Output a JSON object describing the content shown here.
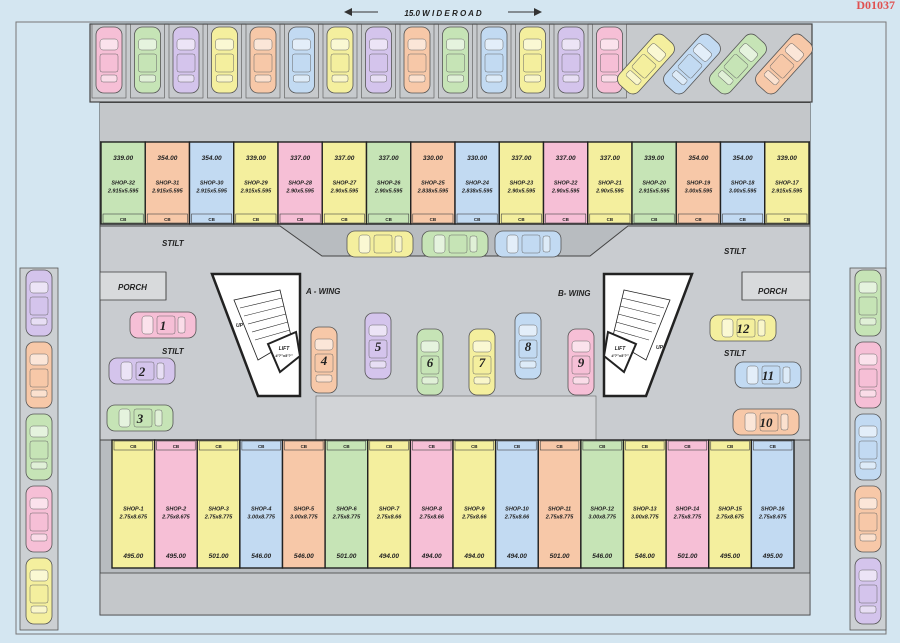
{
  "road": "15.0  W I D E  R O A D",
  "corner_text": "D01037",
  "colors": {
    "bg": "#d4e6f1",
    "paving": "#b8bcc0",
    "drive": "#c7cacd",
    "outline": "#222222",
    "palette": [
      "#f6bfd6",
      "#c6e4b6",
      "#d4c4ec",
      "#f4ef9e",
      "#f7c8a8",
      "#c2daf2"
    ]
  },
  "labels": {
    "stilt_top_left": "STILT",
    "stilt_top_right": "STILT",
    "stilt_left": "STILT",
    "stilt_right": "STILT",
    "porch_left": "PORCH",
    "porch_right": "PORCH",
    "a_wing": "A - WING",
    "b_wing": "B- WING",
    "lift": "LIFT",
    "lift_size": "4'?\"x5'?\"",
    "up": "UP"
  },
  "top_shops": [
    {
      "name": "SHOP-32",
      "area": "339.00",
      "dims": "2.915x5.595",
      "cb": "CB",
      "color": "#c6e4b6"
    },
    {
      "name": "SHOP-31",
      "area": "354.00",
      "dims": "2.915x5.595",
      "cb": "CB",
      "color": "#f7c8a8"
    },
    {
      "name": "SHOP-30",
      "area": "354.00",
      "dims": "2.915x5.595",
      "cb": "CB",
      "color": "#c2daf2"
    },
    {
      "name": "SHOP-29",
      "area": "339.00",
      "dims": "2.915x5.595",
      "cb": "CB",
      "color": "#f4ef9e"
    },
    {
      "name": "SHOP-28",
      "area": "337.00",
      "dims": "2.90x5.595",
      "cb": "CB",
      "color": "#f6bfd6"
    },
    {
      "name": "SHOP-27",
      "area": "337.00",
      "dims": "2.90x5.595",
      "cb": "CB",
      "color": "#f4ef9e"
    },
    {
      "name": "SHOP-26",
      "area": "337.00",
      "dims": "2.90x5.595",
      "cb": "CB",
      "color": "#c6e4b6"
    },
    {
      "name": "SHOP-25",
      "area": "330.00",
      "dims": "2.838x5.595",
      "cb": "CB",
      "color": "#f7c8a8"
    },
    {
      "name": "SHOP-24",
      "area": "330.00",
      "dims": "2.838x5.595",
      "cb": "CB",
      "color": "#c2daf2"
    },
    {
      "name": "SHOP-23",
      "area": "337.00",
      "dims": "2.90x5.595",
      "cb": "CB",
      "color": "#f4ef9e"
    },
    {
      "name": "SHOP-22",
      "area": "337.00",
      "dims": "2.90x5.595",
      "cb": "CB",
      "color": "#f6bfd6"
    },
    {
      "name": "SHOP-21",
      "area": "337.00",
      "dims": "2.90x5.595",
      "cb": "CB",
      "color": "#f4ef9e"
    },
    {
      "name": "SHOP-20",
      "area": "339.00",
      "dims": "2.915x5.595",
      "cb": "CB",
      "color": "#c6e4b6"
    },
    {
      "name": "SHOP-19",
      "area": "354.00",
      "dims": "3.00x5.595",
      "cb": "CB",
      "color": "#f7c8a8"
    },
    {
      "name": "SHOP-18",
      "area": "354.00",
      "dims": "3.00x5.595",
      "cb": "CB",
      "color": "#c2daf2"
    },
    {
      "name": "SHOP-17",
      "area": "339.00",
      "dims": "2.915x5.595",
      "cb": "CB",
      "color": "#f4ef9e"
    }
  ],
  "bottom_shops": [
    {
      "name": "SHOP-1",
      "area": "495.00",
      "dims": "2.75x8.675",
      "cb": "CB",
      "color": "#f4ef9e"
    },
    {
      "name": "SHOP-2",
      "area": "495.00",
      "dims": "2.75x8.675",
      "cb": "CB",
      "color": "#f6bfd6"
    },
    {
      "name": "SHOP-3",
      "area": "501.00",
      "dims": "2.75x8.775",
      "cb": "CB",
      "color": "#f4ef9e"
    },
    {
      "name": "SHOP-4",
      "area": "546.00",
      "dims": "3.00x8.775",
      "cb": "CB",
      "color": "#c2daf2"
    },
    {
      "name": "SHOP-5",
      "area": "546.00",
      "dims": "3.00x8.775",
      "cb": "CB",
      "color": "#f7c8a8"
    },
    {
      "name": "SHOP-6",
      "area": "501.00",
      "dims": "2.75x8.775",
      "cb": "CB",
      "color": "#c6e4b6"
    },
    {
      "name": "SHOP-7",
      "area": "494.00",
      "dims": "2.75x8.66",
      "cb": "CB",
      "color": "#f4ef9e"
    },
    {
      "name": "SHOP-8",
      "area": "494.00",
      "dims": "2.75x8.66",
      "cb": "CB",
      "color": "#f6bfd6"
    },
    {
      "name": "SHOP-9",
      "area": "494.00",
      "dims": "2.75x8.66",
      "cb": "CB",
      "color": "#f4ef9e"
    },
    {
      "name": "SHOP-10",
      "area": "494.00",
      "dims": "2.75x8.66",
      "cb": "CB",
      "color": "#c2daf2"
    },
    {
      "name": "SHOP-11",
      "area": "501.00",
      "dims": "2.75x8.775",
      "cb": "CB",
      "color": "#f7c8a8"
    },
    {
      "name": "SHOP-12",
      "area": "546.00",
      "dims": "3.00x8.775",
      "cb": "CB",
      "color": "#c6e4b6"
    },
    {
      "name": "SHOP-13",
      "area": "546.00",
      "dims": "3.00x8.775",
      "cb": "CB",
      "color": "#f4ef9e"
    },
    {
      "name": "SHOP-14",
      "area": "501.00",
      "dims": "2.75x8.775",
      "cb": "CB",
      "color": "#f6bfd6"
    },
    {
      "name": "SHOP-15",
      "area": "495.00",
      "dims": "2.75x8.675",
      "cb": "CB",
      "color": "#f4ef9e"
    },
    {
      "name": "SHOP-16",
      "area": "495.00",
      "dims": "2.75x8.675",
      "cb": "CB",
      "color": "#c2daf2"
    }
  ],
  "numbered_parking": [
    "1",
    "2",
    "3",
    "4",
    "5",
    "6",
    "7",
    "8",
    "9",
    "10",
    "11",
    "12"
  ]
}
